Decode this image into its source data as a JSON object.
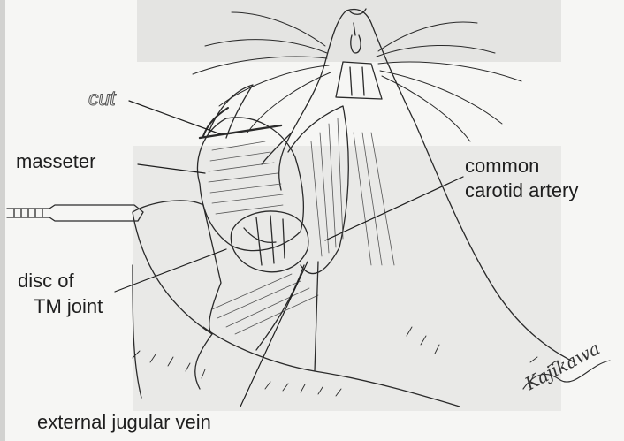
{
  "figure": {
    "background": "#f6f6f4",
    "ink": "#1e1e1e",
    "labels": {
      "cut": "cut",
      "masseter": "masseter",
      "artery_line1": "common",
      "artery_line2": "carotid artery",
      "disc_line1": "disc of",
      "disc_line2": "TM joint",
      "vein": "external jugular vein"
    },
    "signature": "Kajikawa"
  }
}
